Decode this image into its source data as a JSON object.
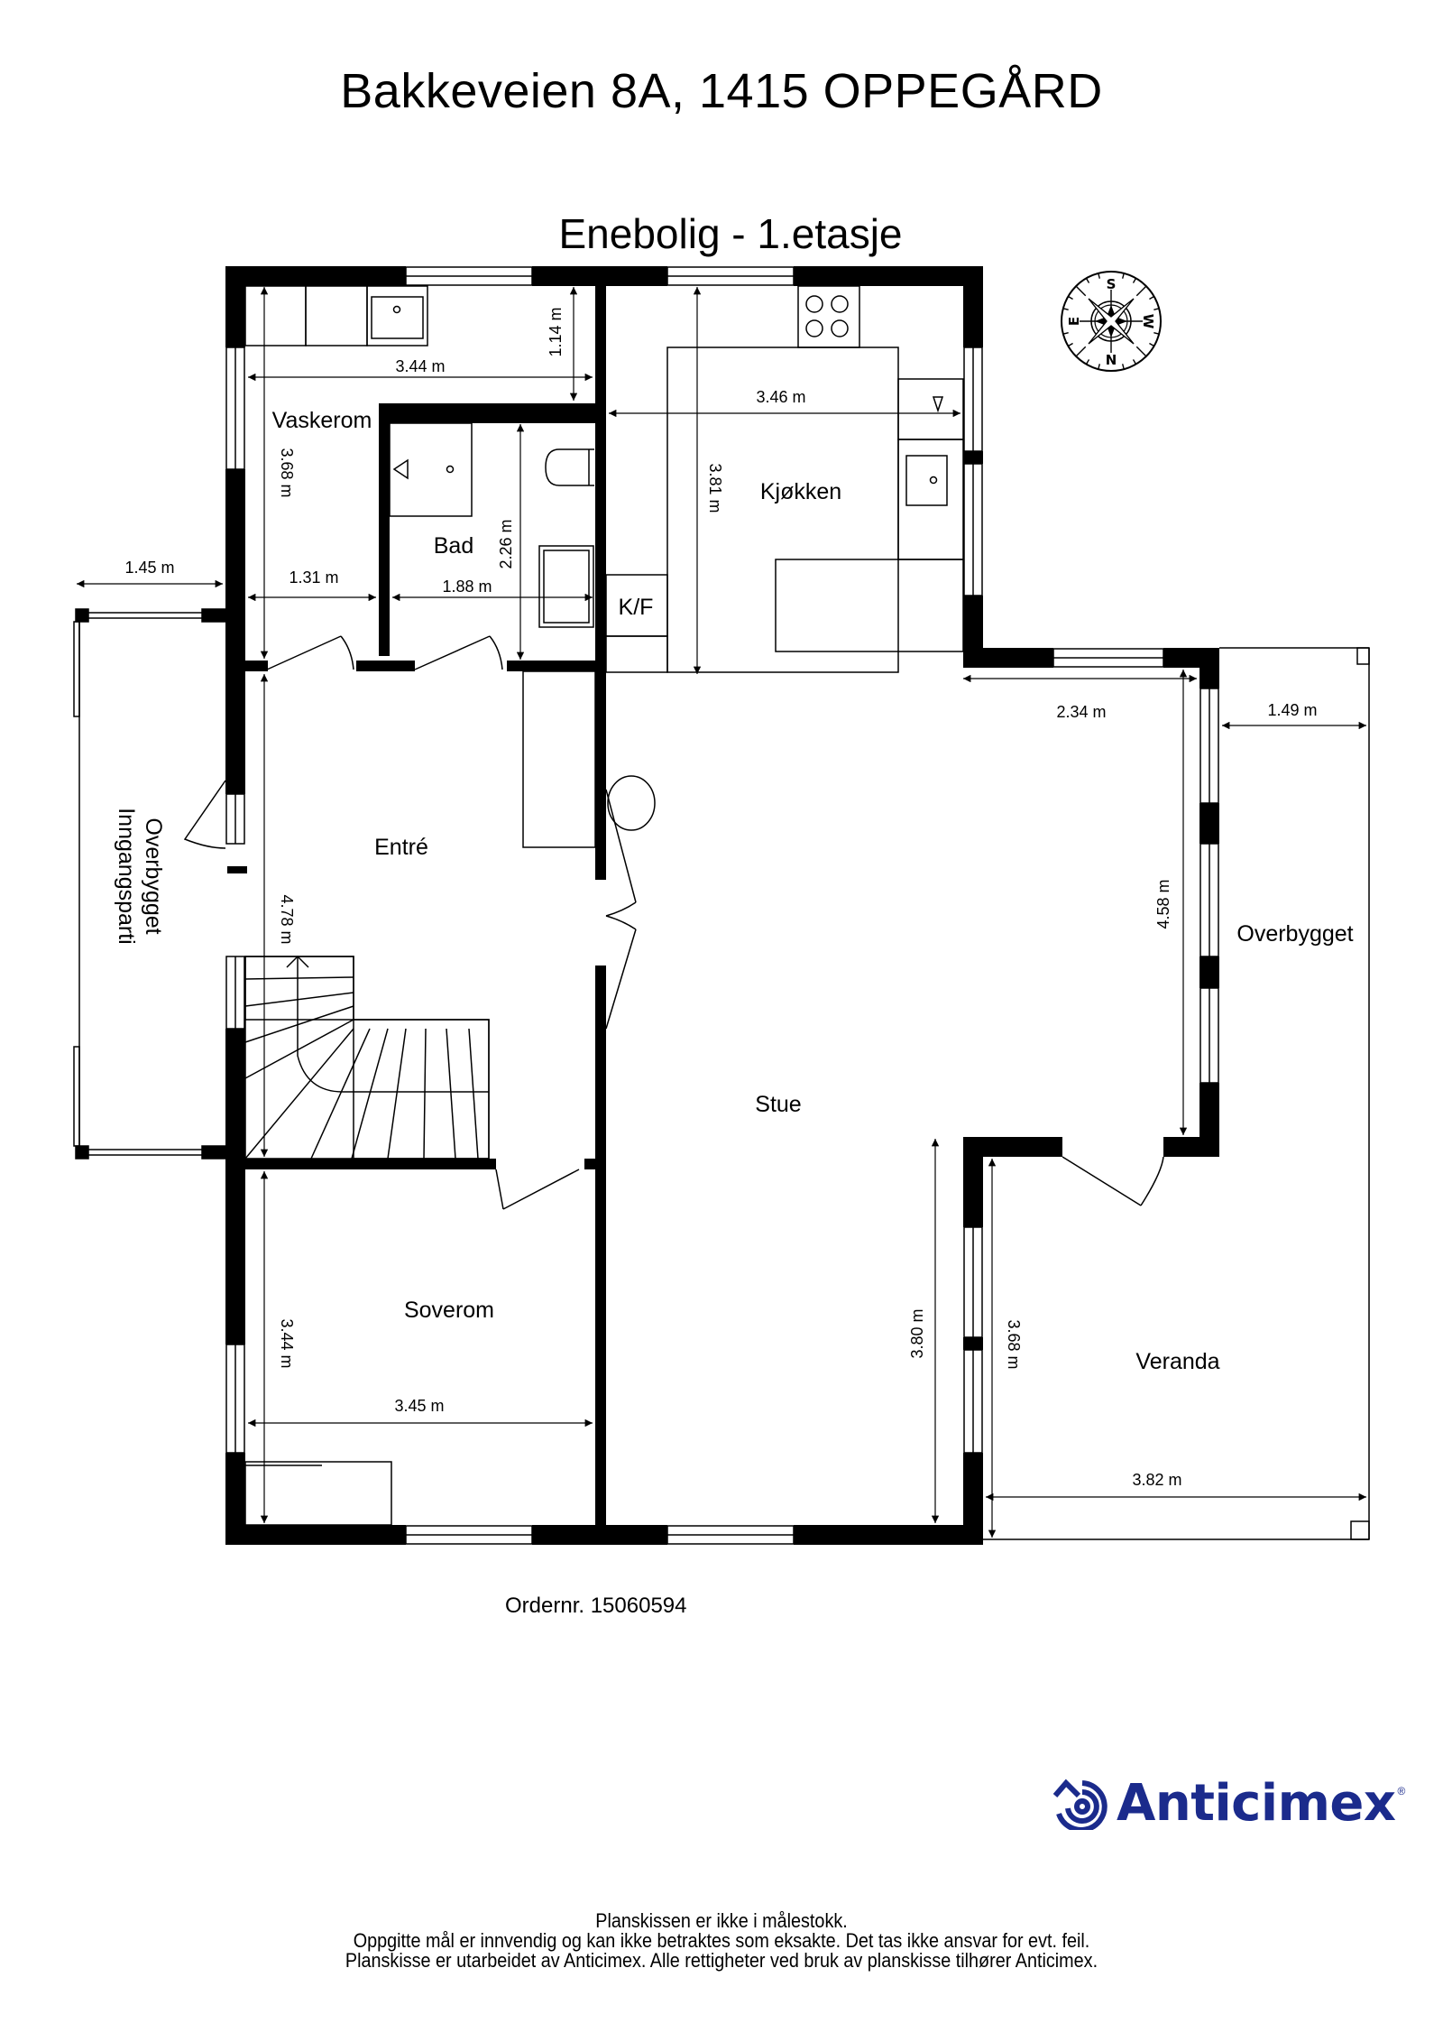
{
  "header": {
    "title": "Bakkeveien 8A, 1415 OPPEGÅRD",
    "subtitle": "Enebolig  - 1.etasje"
  },
  "compass": {
    "icon": "compass-rose-icon",
    "labels": {
      "top": "S",
      "bottom": "N",
      "left": "E",
      "right": "W"
    }
  },
  "rooms": {
    "vaskerom": "Vaskerom",
    "bad": "Bad",
    "kjokken": "Kjøkken",
    "kf": "K/F",
    "entre": "Entré",
    "stue": "Stue",
    "soverom": "Soverom",
    "veranda": "Veranda",
    "overbygget": "Overbygget",
    "inngangsparti_line1": "Overbygget",
    "inngangsparti_line2": "Inngangsparti"
  },
  "dimensions": {
    "vaskerom_width": "3.44 m",
    "vaskerom_depth_top": "1.14 m",
    "vaskerom_height": "3.68 m",
    "vaskerom_bottom_width": "1.31 m",
    "bad_width": "1.88 m",
    "bad_height": "2.26 m",
    "kjokken_width": "3.46 m",
    "kjokken_height": "3.81 m",
    "inngang_width": "1.45 m",
    "entre_height": "4.78 m",
    "stue_right_width": "2.34 m",
    "stue_right_height": "4.58 m",
    "overbygget_width": "1.49 m",
    "soverom_height": "3.44 m",
    "soverom_width": "3.45 m",
    "stue_lower_height": "3.80 m",
    "veranda_height": "3.68 m",
    "veranda_width": "3.82 m"
  },
  "order": {
    "label": "Ordernr. 15060594"
  },
  "brand": {
    "name": "Anticimex",
    "registered": "®",
    "color": "#1b2b8c",
    "icon": "anticimex-logo-icon"
  },
  "footer": {
    "line1": "Planskissen er ikke i målestokk.",
    "line2": "Oppgitte mål er innvendig og kan ikke betraktes som eksakte. Det tas ikke ansvar for evt. feil.",
    "line3": "Planskisse er utarbeidet av Anticimex. Alle rettigheter ved bruk av planskisse tilhører Anticimex."
  }
}
